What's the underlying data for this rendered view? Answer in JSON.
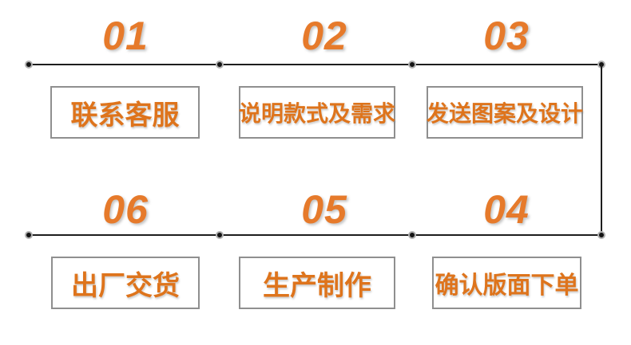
{
  "colors": {
    "number_orange": "#E67A2B",
    "label_orange": "#DE741C",
    "line_black": "#1d1d1d",
    "box_border_gray": "#8f8f8f",
    "dot_core": "#141414",
    "dot_ring": "#b0b0b0",
    "background": "#ffffff"
  },
  "rows": [
    {
      "name": "top",
      "steps": [
        {
          "number": "01",
          "label": "联系客服"
        },
        {
          "number": "02",
          "label": "说明款式及需求"
        },
        {
          "number": "03",
          "label": "发送图案及设计"
        }
      ]
    },
    {
      "name": "bottom",
      "steps": [
        {
          "number": "06",
          "label": "出厂交货"
        },
        {
          "number": "05",
          "label": "生产制作"
        },
        {
          "number": "04",
          "label": "确认版面下单"
        }
      ]
    }
  ]
}
